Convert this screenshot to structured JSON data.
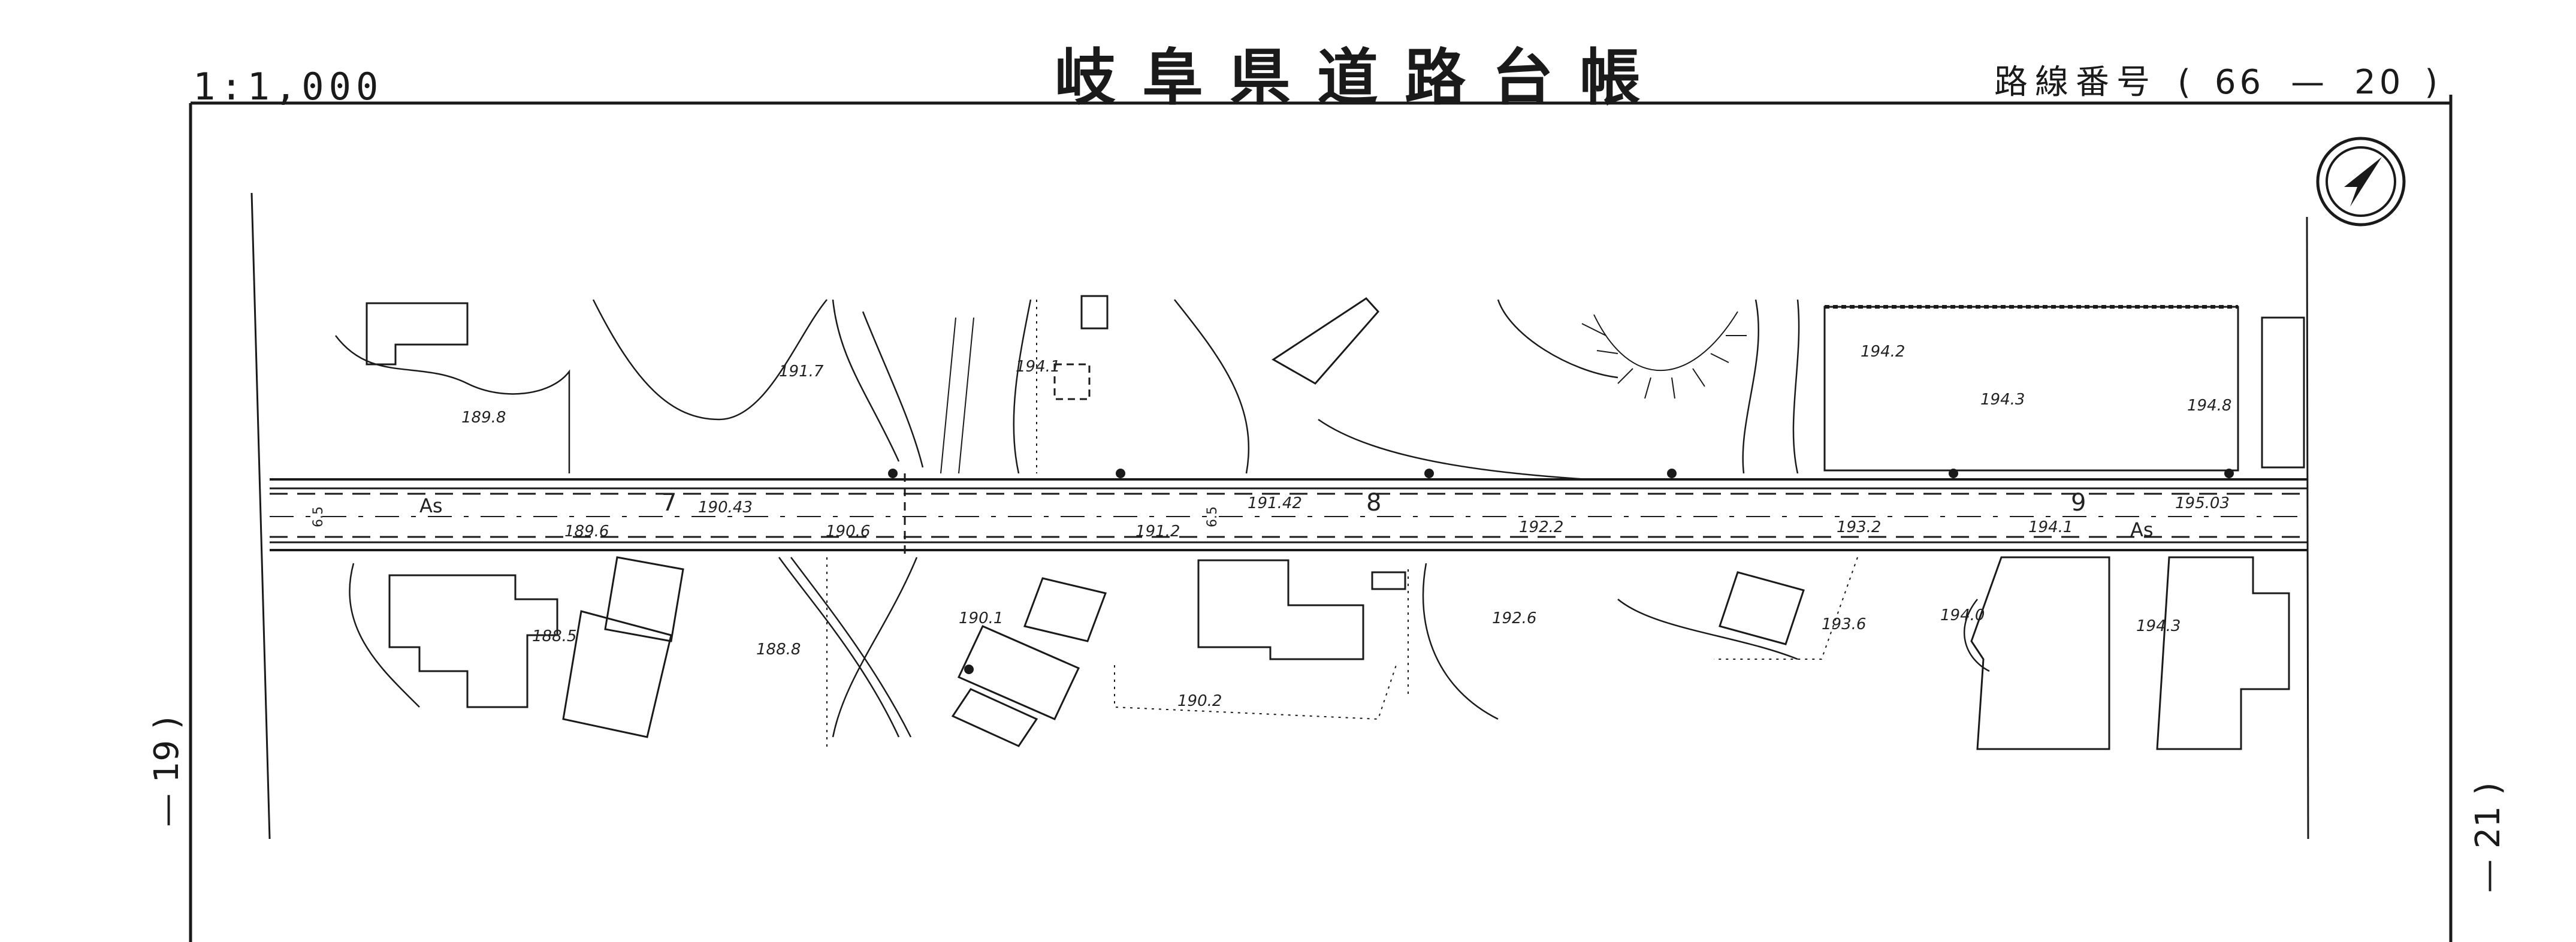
{
  "header": {
    "title": "岐阜県道路台帳",
    "scale": "1:1,000",
    "route_label": "路線番号",
    "route_open": "(",
    "route_major": "66",
    "route_dash": "—",
    "route_minor": "20",
    "route_close": ")"
  },
  "side_labels": {
    "left": "— 19 )",
    "right": "— 21 )"
  },
  "map": {
    "road_surface": [
      "As",
      "As"
    ],
    "road_width": [
      "6.5",
      "6.5"
    ],
    "stations": [
      "7",
      "8",
      "9"
    ],
    "elevations": [
      "189.8",
      "191.7",
      "194.1",
      "194.2",
      "194.3",
      "194.8",
      "190.43",
      "191.42",
      "195.03",
      "189.6",
      "190.6",
      "191.2",
      "192.2",
      "193.2",
      "194.1",
      "188.5",
      "188.8",
      "190.1",
      "190.2",
      "192.6",
      "193.6",
      "194.0",
      "194.3"
    ],
    "north_arrow_icon": "north-arrow-icon",
    "colors": {
      "ink": "#1a1a1a",
      "paper": "#ffffff"
    }
  }
}
